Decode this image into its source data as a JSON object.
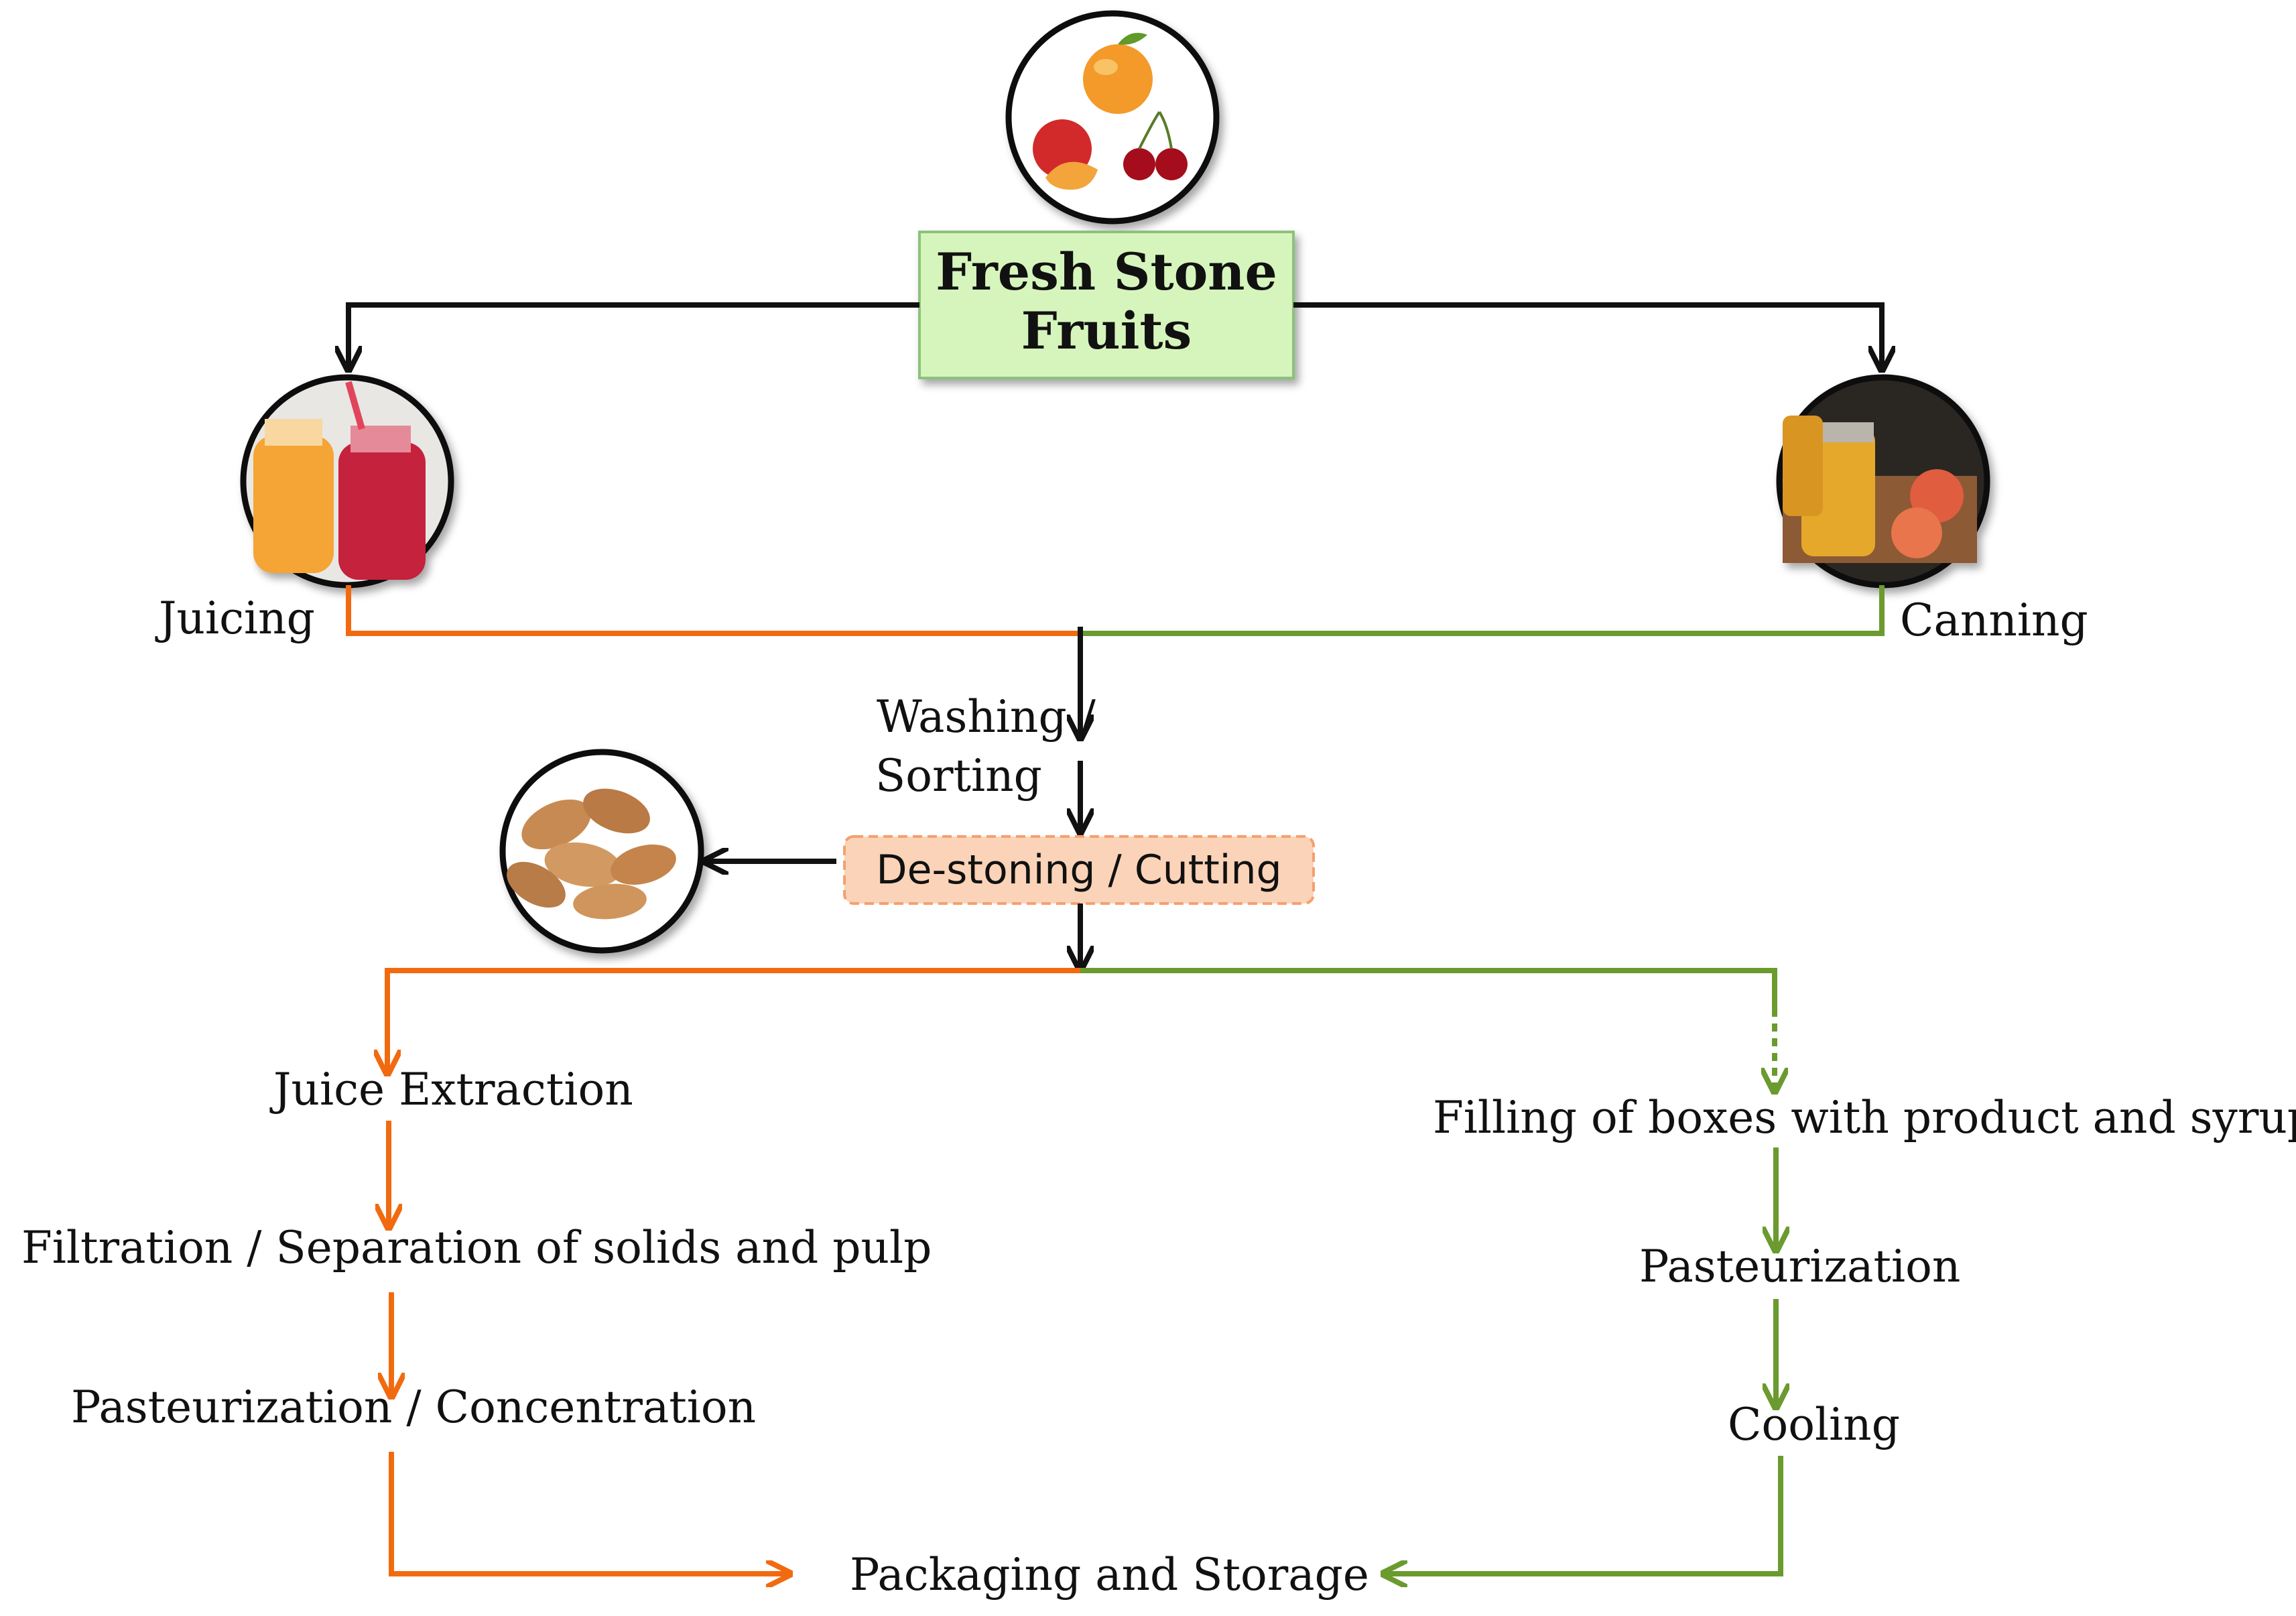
{
  "title_box": {
    "line1": "Fresh Stone",
    "line2": "Fruits"
  },
  "branches": {
    "left": "Juicing",
    "right": "Canning"
  },
  "common_steps": {
    "washing": "Washing /",
    "sorting": "Sorting",
    "destoning": "De-stoning / Cutting"
  },
  "juice_steps": [
    "Juice Extraction",
    "Filtration / Separation of solids and pulp",
    "Pasteurization / Concentration"
  ],
  "canning_steps": [
    "Filling of boxes with product and syrup",
    "Pasteurization",
    "Cooling"
  ],
  "final_step": "Packaging and Storage",
  "icons": {
    "top": "stone-fruits-photo-icon",
    "left": "juice-bottles-photo-icon",
    "right": "canned-peaches-photo-icon",
    "stones": "fruit-stones-photo-icon"
  },
  "colors": {
    "juice_line": "#f26a0f",
    "canning_line": "#6b9a2e",
    "main_line": "#111111",
    "title_box_fill": "#d6f5bc",
    "title_box_border": "#8cc27a",
    "destoning_box_fill": "#fbd3b8",
    "destoning_box_border": "#f4a070"
  }
}
